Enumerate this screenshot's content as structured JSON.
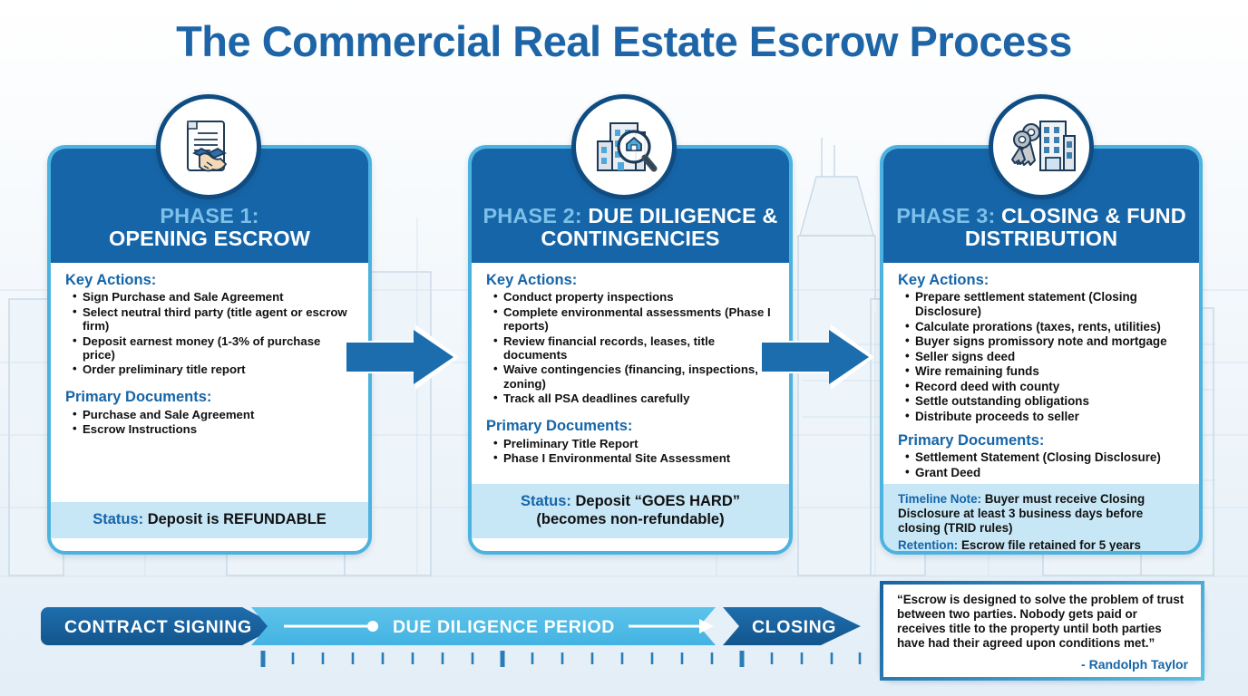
{
  "title": "The Commercial Real Estate Escrow Process",
  "colors": {
    "header_blue": "#1565a8",
    "accent_light_blue": "#7cc0ea",
    "card_border": "#4cb3e0",
    "status_band": "#c7e7f6",
    "arrow_blue": "#1b6dae",
    "icon_ring": "#0f4c81",
    "title_blue": "#1e65a7"
  },
  "phases": [
    {
      "icon": "document-handshake-icon",
      "tag": "PHASE 1:",
      "name": "OPENING ESCROW",
      "actions_heading": "Key Actions:",
      "actions": [
        "Sign Purchase and Sale Agreement",
        "Select neutral third party (title agent or escrow firm)",
        "Deposit earnest money (1-3% of purchase price)",
        "Order preliminary title report"
      ],
      "documents_heading": "Primary Documents:",
      "documents": [
        "Purchase and Sale Agreement",
        "Escrow Instructions"
      ],
      "status_label": "Status:",
      "status_value": "Deposit is REFUNDABLE",
      "status_value_line2": ""
    },
    {
      "icon": "building-magnifier-icon",
      "tag": "PHASE 2:",
      "name": "DUE DILIGENCE & CONTINGENCIES",
      "actions_heading": "Key Actions:",
      "actions": [
        "Conduct property inspections",
        "Complete environmental assessments (Phase I reports)",
        "Review financial records, leases, title documents",
        "Waive contingencies (financing, inspections, zoning)",
        "Track all PSA deadlines carefully"
      ],
      "documents_heading": "Primary Documents:",
      "documents": [
        "Preliminary Title Report",
        "Phase I Environmental Site Assessment"
      ],
      "status_label": "Status:",
      "status_value": "Deposit “GOES HARD”",
      "status_value_line2": "(becomes non-refundable)"
    },
    {
      "icon": "keys-building-icon",
      "tag": "PHASE 3:",
      "name": "CLOSING & FUND DISTRIBUTION",
      "actions_heading": "Key Actions:",
      "actions": [
        "Prepare settlement statement (Closing Disclosure)",
        "Calculate prorations (taxes, rents, utilities)",
        "Buyer signs promissory note and mortgage",
        "Seller signs deed",
        "Wire remaining funds",
        "Record deed with county",
        "Settle outstanding obligations",
        "Distribute proceeds to seller"
      ],
      "documents_heading": "Primary Documents:",
      "documents": [
        "Settlement Statement (Closing Disclosure)",
        "Grant Deed"
      ],
      "note_label": "Timeline Note:",
      "note_value": "Buyer must receive Closing Disclosure at least 3 business days before closing (TRID rules)",
      "retention_label": "Retention:",
      "retention_value": "Escrow file retained for 5 years"
    }
  ],
  "timeline": {
    "segments": [
      {
        "label": "CONTRACT SIGNING",
        "style": "dark"
      },
      {
        "label": "DUE DILIGENCE PERIOD",
        "style": "light"
      },
      {
        "label": "CLOSING",
        "style": "dark"
      }
    ]
  },
  "quote": {
    "text": "“Escrow is designed to solve the problem of trust between two parties. Nobody gets paid or receives title to the property until both parties have had their agreed upon conditions met.”",
    "author": "- Randolph Taylor"
  }
}
